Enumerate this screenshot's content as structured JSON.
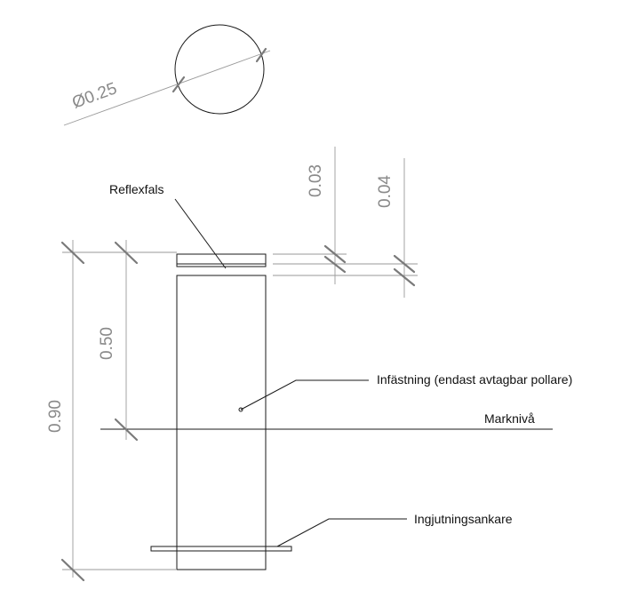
{
  "dimensions": {
    "diameter": "Ø0.25",
    "total_height": "0.90",
    "above_ground": "0.50",
    "reflex_offset": "0.03",
    "reflex_band": "0.04"
  },
  "labels": {
    "reflex": "Reflexfals",
    "mounting": "Infästning (endast avtagbar pollare)",
    "ground": "Marknivå",
    "anchor": "Ingjutningsankare"
  }
}
